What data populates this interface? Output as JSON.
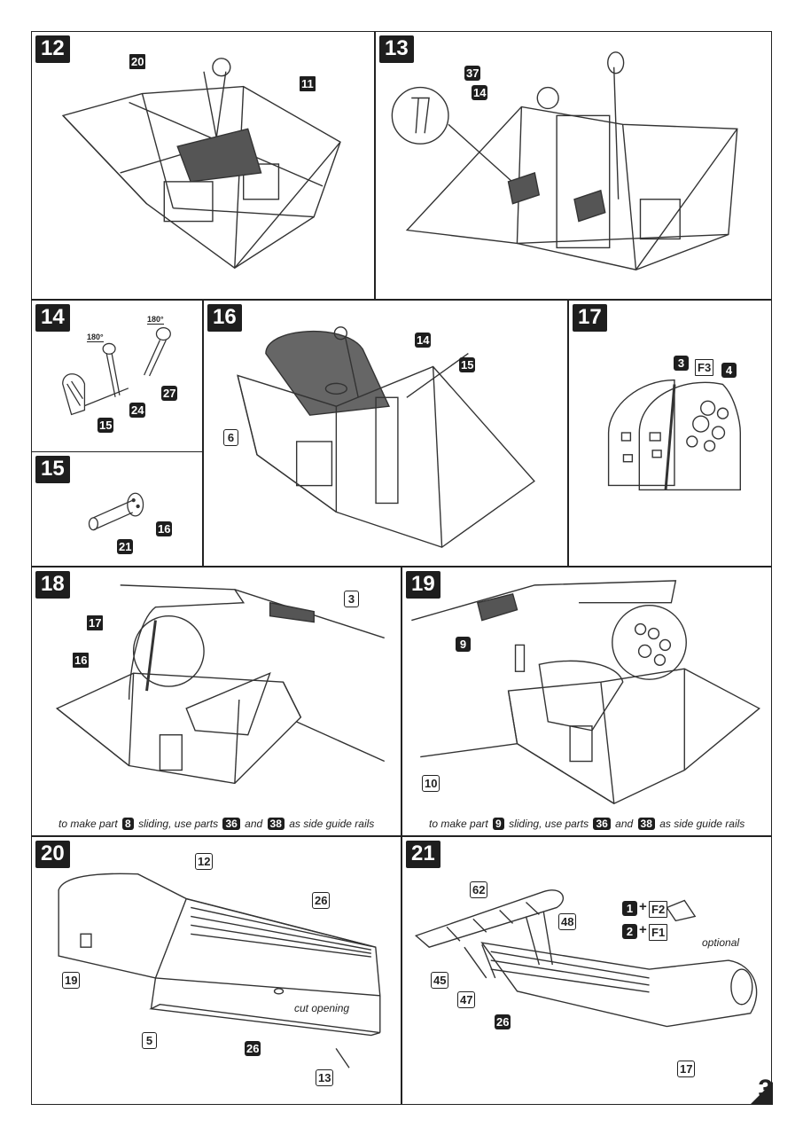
{
  "page": {
    "number": "3"
  },
  "steps": {
    "s12": {
      "num": "12",
      "parts": [
        "20",
        "11"
      ]
    },
    "s13": {
      "num": "13",
      "parts": [
        "37",
        "14"
      ]
    },
    "s14": {
      "num": "14",
      "parts": [
        "15",
        "24",
        "27"
      ],
      "angle_a": "180°",
      "angle_b": "180°"
    },
    "s15": {
      "num": "15",
      "parts": [
        "16",
        "21"
      ]
    },
    "s16": {
      "num": "16",
      "parts": [
        "14",
        "15",
        "6"
      ]
    },
    "s17": {
      "num": "17",
      "parts": [
        "3",
        "F3",
        "4"
      ]
    },
    "s18": {
      "num": "18",
      "parts": [
        "17",
        "16",
        "3"
      ],
      "note": {
        "a": "to make part",
        "part": "8",
        "b": "sliding, use parts",
        "p1": "36",
        "and": "and",
        "p2": "38",
        "c": "as side guide rails"
      }
    },
    "s19": {
      "num": "19",
      "parts": [
        "9",
        "10"
      ],
      "note": {
        "a": "to make part",
        "part": "9",
        "b": "sliding, use parts",
        "p1": "36",
        "and": "and",
        "p2": "38",
        "c": "as side guide rails"
      }
    },
    "s20": {
      "num": "20",
      "parts": [
        "12",
        "26",
        "19",
        "5",
        "26",
        "13"
      ],
      "cut": "cut opening"
    },
    "s21": {
      "num": "21",
      "parts": [
        "62",
        "48",
        "45",
        "47",
        "26",
        "17",
        "1",
        "F2",
        "2",
        "F1"
      ],
      "plus": "+",
      "optional": "optional"
    }
  }
}
